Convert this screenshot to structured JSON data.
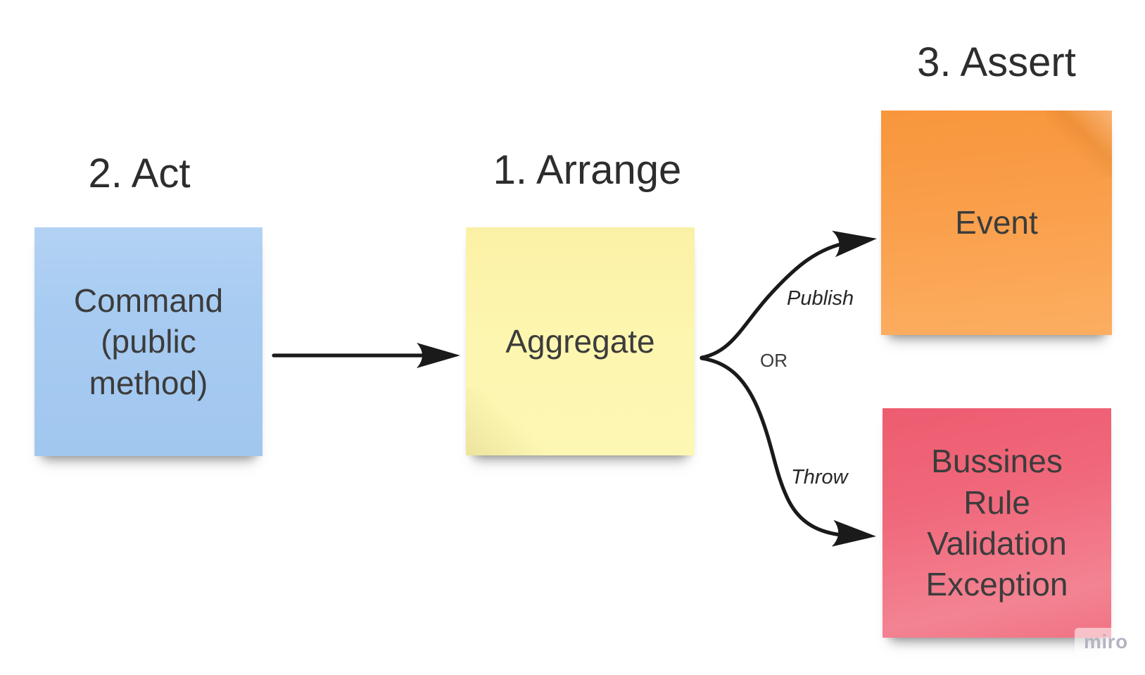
{
  "board": {
    "background": "#ffffff",
    "ink": "#1a1a1a",
    "headings": {
      "act": "2. Act",
      "arrange": "1. Arrange",
      "assert": "3. Assert"
    },
    "notes": {
      "command": {
        "label": "Command (public method)",
        "color": "#a6caf0",
        "step": "2. Act"
      },
      "aggregate": {
        "label": "Aggregate",
        "color": "#fdf6b0",
        "step": "1. Arrange"
      },
      "event": {
        "label": "Event",
        "color": "#fa9e4a",
        "step": "3. Assert"
      },
      "exception": {
        "label": "Bussines Rule Validation Exception",
        "color": "#ef6377",
        "step": "3. Assert"
      }
    },
    "connectors": {
      "command_to_aggregate": {
        "from": "command",
        "to": "aggregate",
        "label": ""
      },
      "aggregate_to_event": {
        "from": "aggregate",
        "to": "event",
        "label": "Publish"
      },
      "aggregate_to_exception": {
        "from": "aggregate",
        "to": "exception",
        "label": "Throw"
      },
      "junction_label": "OR"
    },
    "watermark": "miro"
  }
}
